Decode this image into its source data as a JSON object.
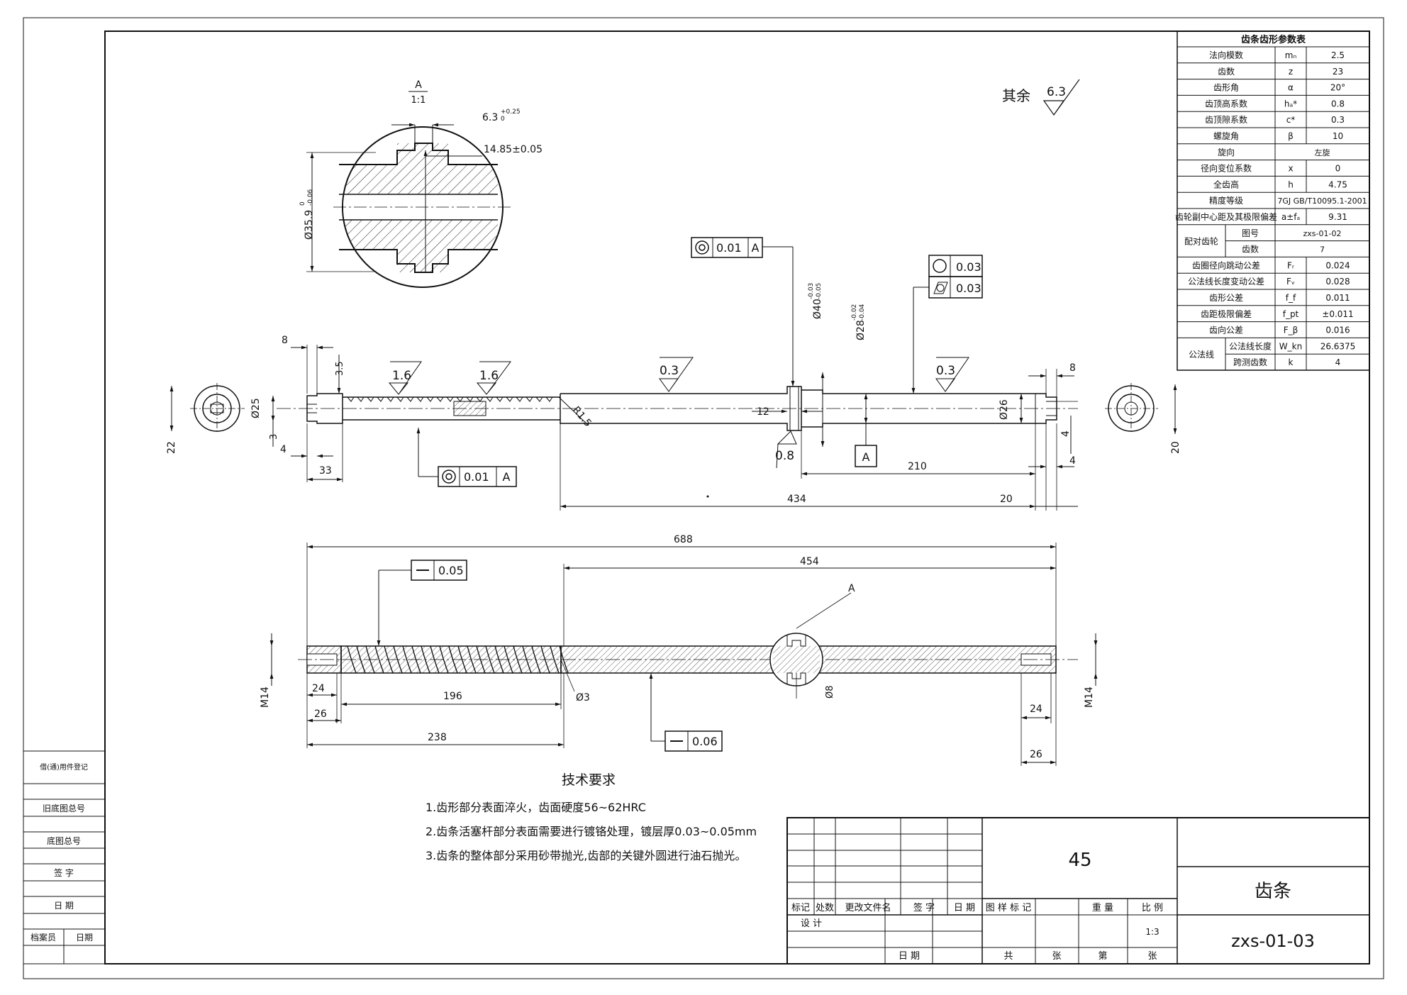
{
  "params_table": {
    "title": "齿条齿形参数表",
    "rows": [
      {
        "name": "法向模数",
        "sym": "mₙ",
        "val": "2.5"
      },
      {
        "name": "齿数",
        "sym": "z",
        "val": "23"
      },
      {
        "name": "齿形角",
        "sym": "α",
        "val": "20°"
      },
      {
        "name": "齿顶高系数",
        "sym": "hₐ*",
        "val": "0.8"
      },
      {
        "name": "齿顶隙系数",
        "sym": "c*",
        "val": "0.3"
      },
      {
        "name": "螺旋角",
        "sym": "β",
        "val": "10"
      },
      {
        "name": "旋向",
        "sym": "",
        "val": "左旋"
      },
      {
        "name": "径向变位系数",
        "sym": "x",
        "val": "0"
      },
      {
        "name": "全齿高",
        "sym": "h",
        "val": "4.75"
      },
      {
        "name": "精度等级",
        "sym": "",
        "val": "7GJ GB/T10095.1-2001"
      },
      {
        "name": "齿轮副中心距及其极限偏差",
        "sym": "a±fₐ",
        "val": "9.31"
      },
      {
        "name": "图号",
        "sym": "",
        "val": "zxs-01-02",
        "group": "配对齿轮"
      },
      {
        "name": "齿数",
        "sym": "",
        "val": "7",
        "group": "配对齿轮"
      },
      {
        "name": "齿圈径向跳动公差",
        "sym": "Fᵣ",
        "val": "0.024"
      },
      {
        "name": "公法线长度变动公差",
        "sym": "Fᵥ",
        "val": "0.028"
      },
      {
        "name": "齿形公差",
        "sym": "f_f",
        "val": "0.011"
      },
      {
        "name": "齿距极限偏差",
        "sym": "f_pt",
        "val": "±0.011"
      },
      {
        "name": "齿向公差",
        "sym": "F_β",
        "val": "0.016"
      },
      {
        "name": "公法线长度",
        "sym": "W_kn",
        "val": "26.6375",
        "group": "公法线"
      },
      {
        "name": "跨测齿数",
        "sym": "k",
        "val": "4",
        "group": "公法线"
      }
    ],
    "group_labels": {
      "mate": "配对齿轮",
      "wn": "公法线"
    }
  },
  "roughness_note": {
    "label": "其余",
    "value": "6.3"
  },
  "section_view": {
    "label": "A",
    "scale": "1:1",
    "key_width": "6.3",
    "key_tol": "+0.25",
    "key_tol_low": "0",
    "key_depth": "14.85±0.05",
    "diameter": "Ø35.9",
    "dia_tol_up": "0",
    "dia_tol_low": "-0.06"
  },
  "top_view": {
    "dims": {
      "d8_left": "8",
      "d3_5": "3.5",
      "d25": "Ø25",
      "d3": "3",
      "d4_left": "4",
      "d22": "22",
      "d33": "33",
      "r1_5": "R1.5",
      "d12": "12",
      "d40": "Ø40",
      "d40_up": "-0.03",
      "d40_low": "-0.05",
      "d28": "Ø28",
      "d28_up": "-0.02",
      "d28_low": "-0.04",
      "d26": "Ø26",
      "d8_right": "8",
      "d4_r1": "4",
      "d4_r2": "4",
      "d20": "20",
      "d210": "210",
      "d434": "434",
      "d20_b": "20"
    },
    "roughness": {
      "r1": "1.6",
      "r2": "1.6",
      "r3": "0.3",
      "r4": "0.3",
      "r5": "0.8"
    },
    "fcf1": {
      "tol": "0.01",
      "datum": "A"
    },
    "fcf2": {
      "tol": "0.01",
      "datum": "A"
    },
    "fcf3": {
      "tol": "0.03"
    },
    "fcf4": {
      "tol": "0.03"
    },
    "datum": "A"
  },
  "bottom_view": {
    "dims": {
      "d688": "688",
      "d454": "454",
      "m14_l": "M14",
      "m14_r": "M14",
      "d24_l": "24",
      "d196": "196",
      "d26_l": "26",
      "d238": "238",
      "d3": "Ø3",
      "d8": "Ø8",
      "d24_r": "24",
      "d26_r": "26"
    },
    "section_ref": "A",
    "straight1": "0.05",
    "straight2": "0.06"
  },
  "tech_req": {
    "title": "技术要求",
    "items": [
      "1.齿形部分表面淬火，齿面硬度56~62HRC",
      "2.齿条活塞杆部分表面需要进行镀铬处理，镀层厚0.03~0.05mm",
      "3.齿条的整体部分采用砂带抛光,齿部的关键外圆进行油石抛光。"
    ]
  },
  "left_strip": {
    "items": [
      "借(通)用件登记",
      "旧底图总号",
      "底图总号",
      "签  字",
      "日  期"
    ],
    "archive": "档案员",
    "date": "日期"
  },
  "title_block": {
    "material": "45",
    "part_name": "齿条",
    "drawing_no": "zxs-01-03",
    "mark": "标记",
    "count": "处数",
    "change_doc": "更改文件名",
    "sign": "签 字",
    "date": "日 期",
    "design": "设 计",
    "date2": "日 期",
    "stage_mark": "图 样 标 记",
    "weight": "重 量",
    "scale_label": "比 例",
    "scale": "1:3",
    "total": "共",
    "sheets": "张",
    "sheet_no": "第",
    "sheets2": "张"
  }
}
